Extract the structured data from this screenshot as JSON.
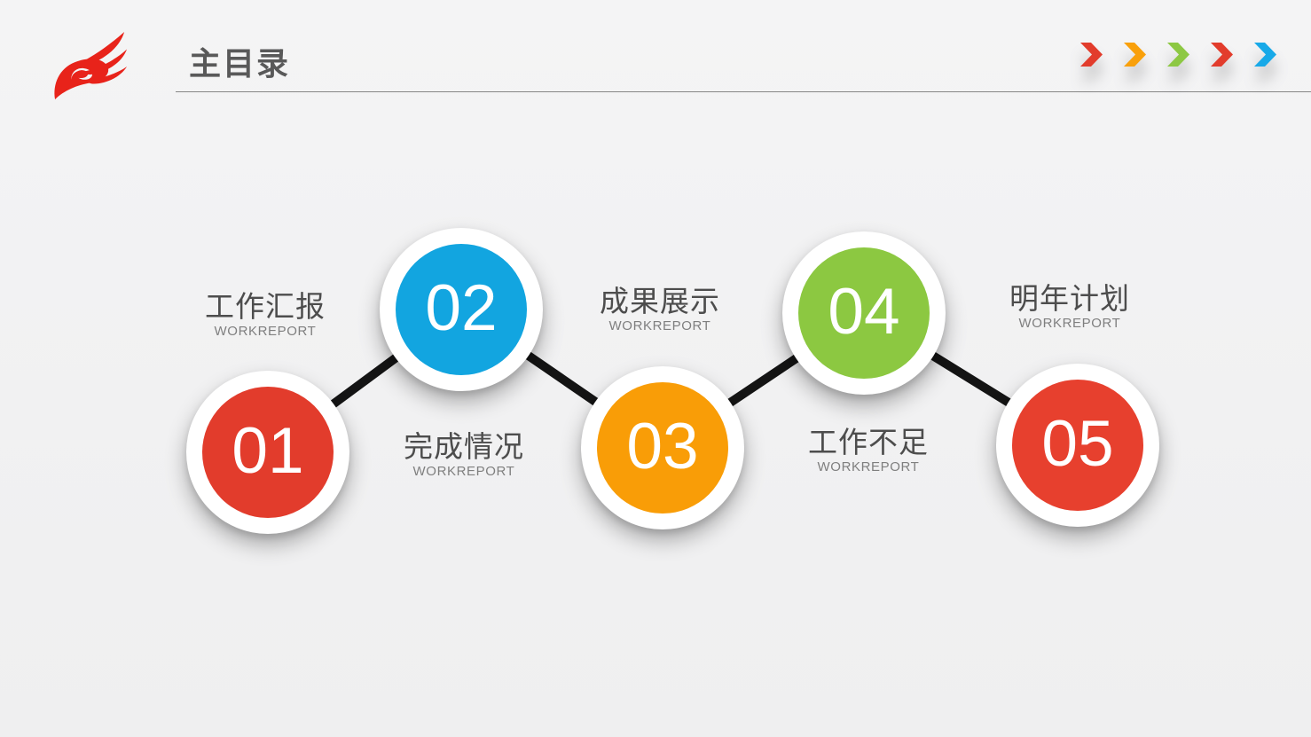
{
  "header": {
    "title": "主目录",
    "title_color": "#595959",
    "divider_color": "#868686",
    "logo": {
      "name": "phoenix-flame-logo",
      "color": "#e8231a"
    }
  },
  "decor": {
    "chevrons": [
      {
        "name": "chevron-red",
        "color": "#e23c2c"
      },
      {
        "name": "chevron-orange",
        "color": "#f9a00b"
      },
      {
        "name": "chevron-green",
        "color": "#8dc843"
      },
      {
        "name": "chevron-red-2",
        "color": "#e23c2c"
      },
      {
        "name": "chevron-blue",
        "color": "#18a9e8"
      }
    ]
  },
  "canvas": {
    "background": "#f1f1f2",
    "connector_color": "#141414",
    "number_color": "#ffffff",
    "label_color": "#4d4d4d",
    "sublabel_color": "#7f7f7f"
  },
  "toc": {
    "items": [
      {
        "number": "01",
        "label": "工作汇报",
        "sublabel": "WORKREPORT",
        "color": "#e23c2c"
      },
      {
        "number": "02",
        "label": "完成情况",
        "sublabel": "WORKREPORT",
        "color": "#12a5e0"
      },
      {
        "number": "03",
        "label": "成果展示",
        "sublabel": "WORKREPORT",
        "color": "#f99d07"
      },
      {
        "number": "04",
        "label": "工作不足",
        "sublabel": "WORKREPORT",
        "color": "#8cc841"
      },
      {
        "number": "05",
        "label": "明年计划",
        "sublabel": "WORKREPORT",
        "color": "#e7402e"
      }
    ]
  }
}
